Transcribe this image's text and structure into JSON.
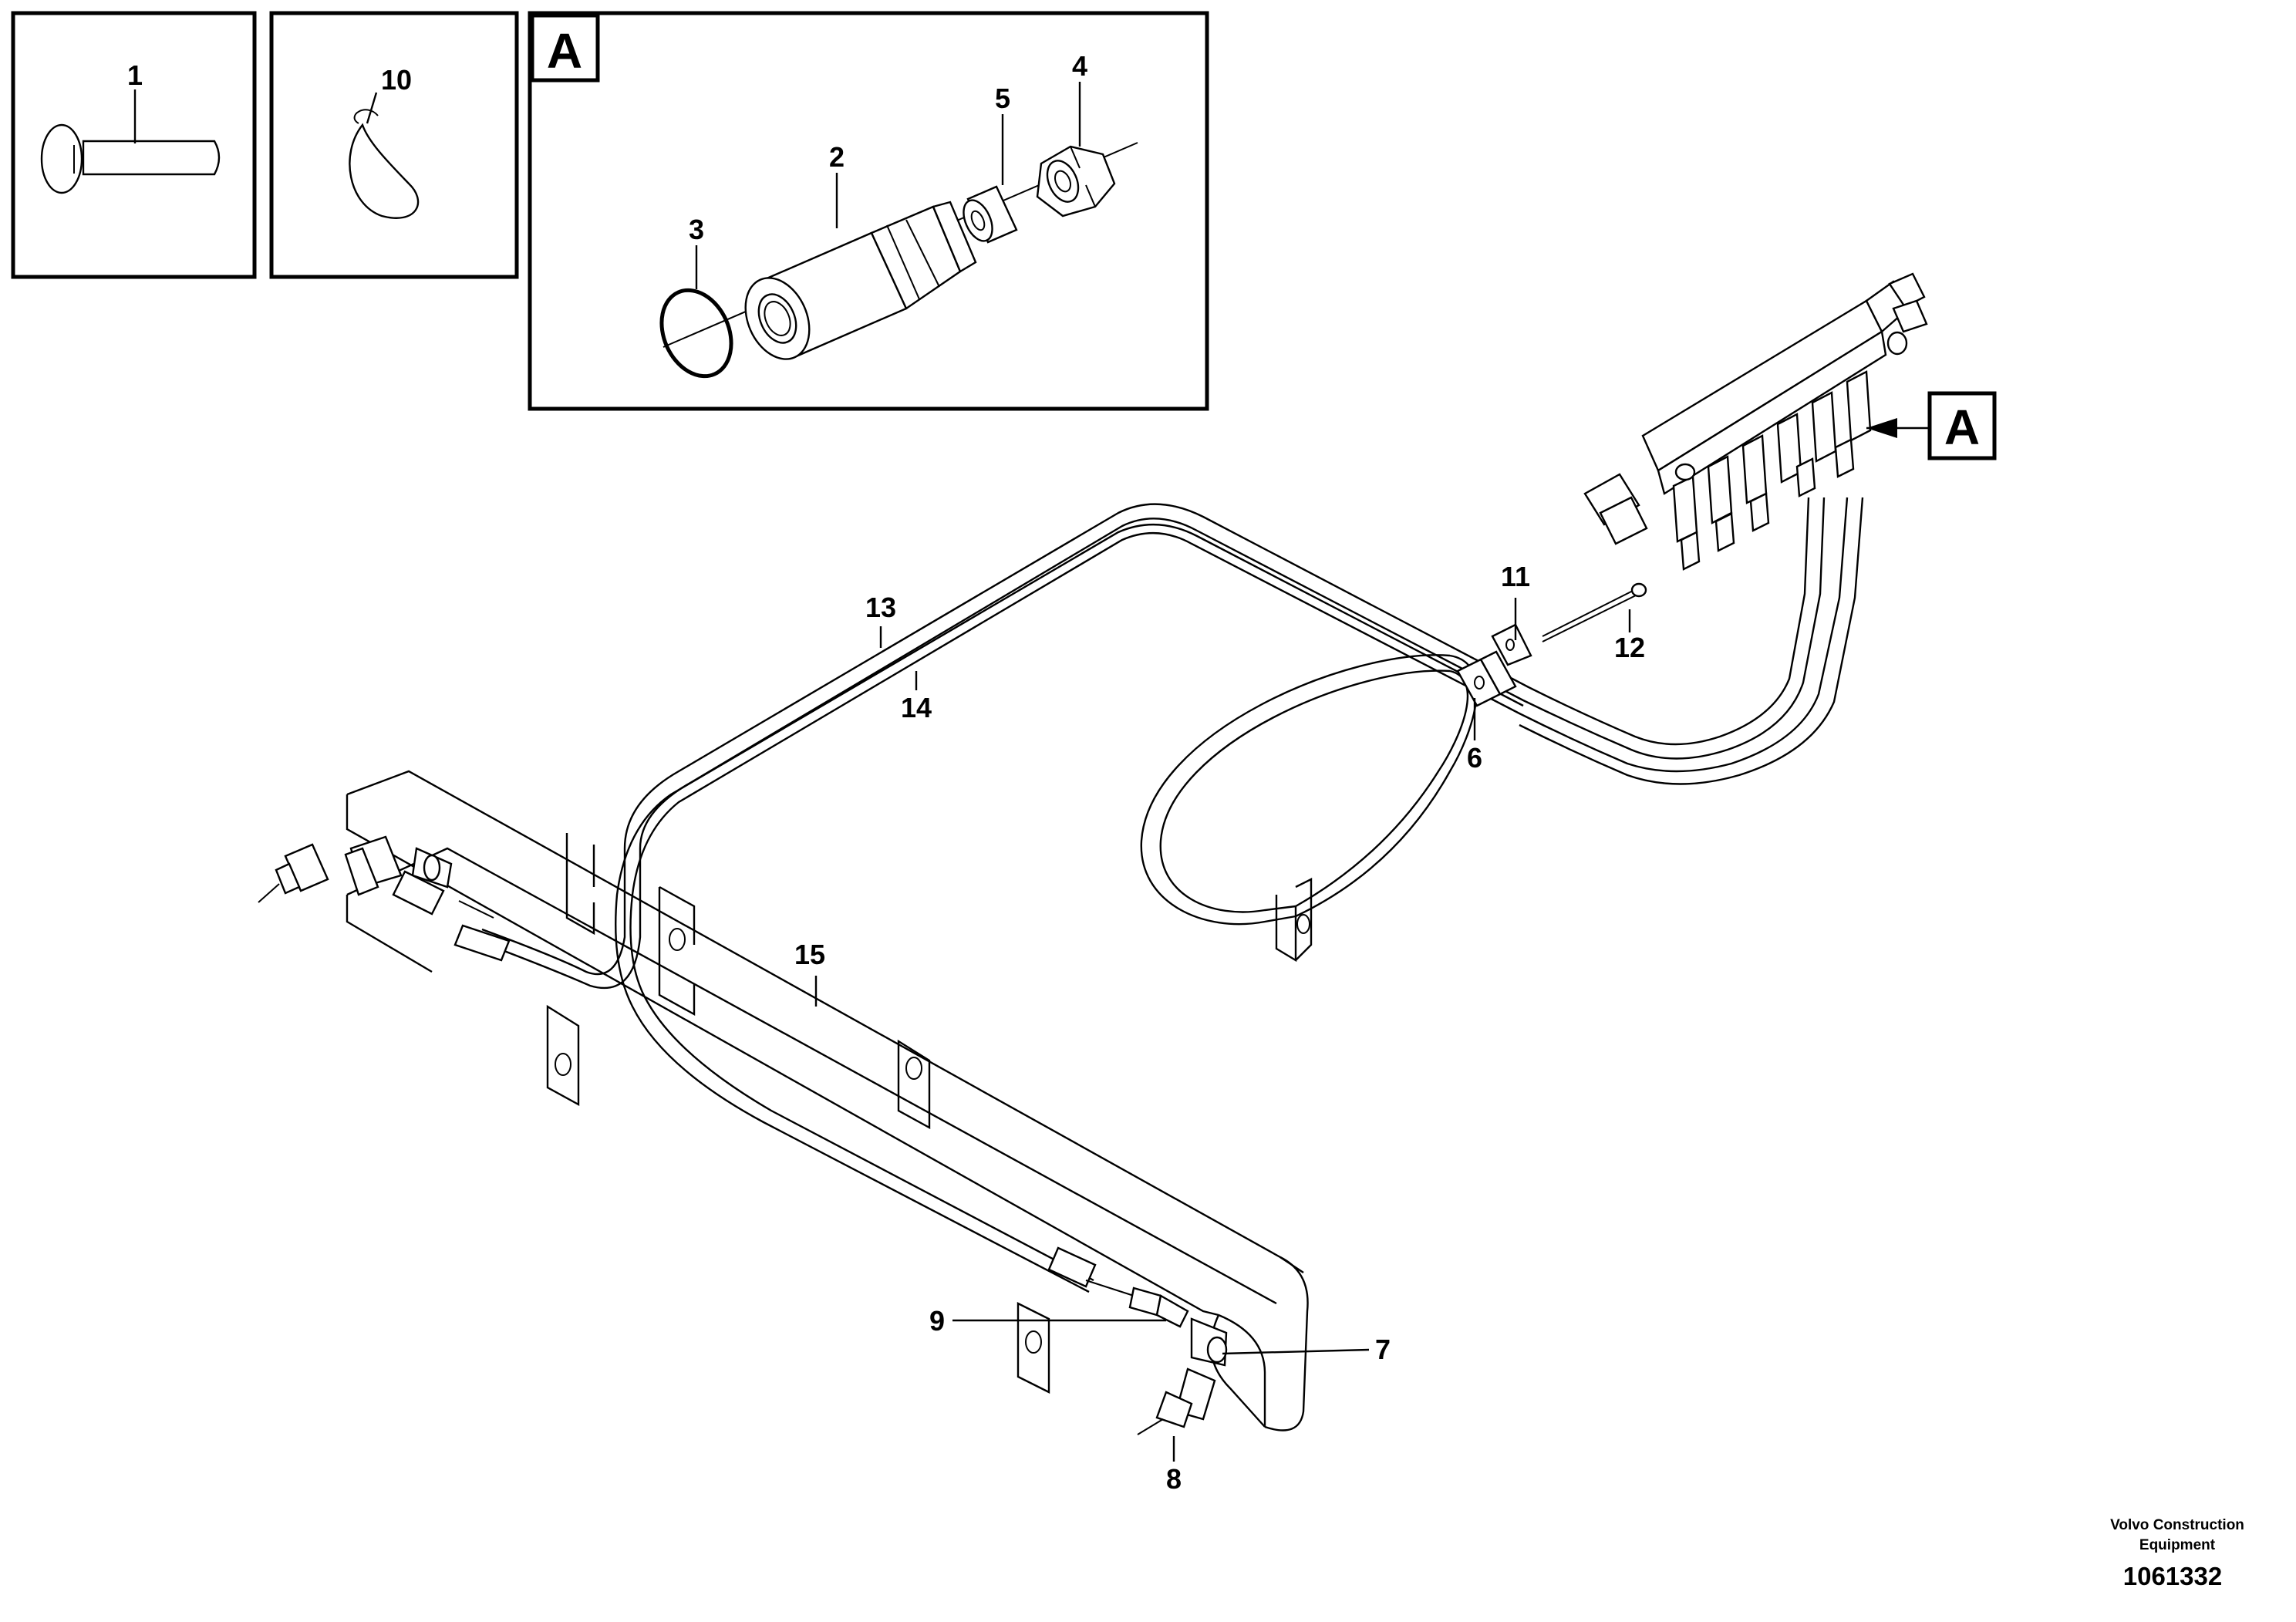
{
  "diagram": {
    "section_letter": "A",
    "callout_letter": "A",
    "part_labels": {
      "p1": "1",
      "p2": "2",
      "p3": "3",
      "p4": "4",
      "p5": "5",
      "p6": "6",
      "p7": "7",
      "p8": "8",
      "p9": "9",
      "p10": "10",
      "p11": "11",
      "p12": "12",
      "p13": "13",
      "p14": "14",
      "p15": "15"
    },
    "company_line1": "Volvo Construction",
    "company_line2": "Equipment",
    "document_number": "1061332"
  }
}
